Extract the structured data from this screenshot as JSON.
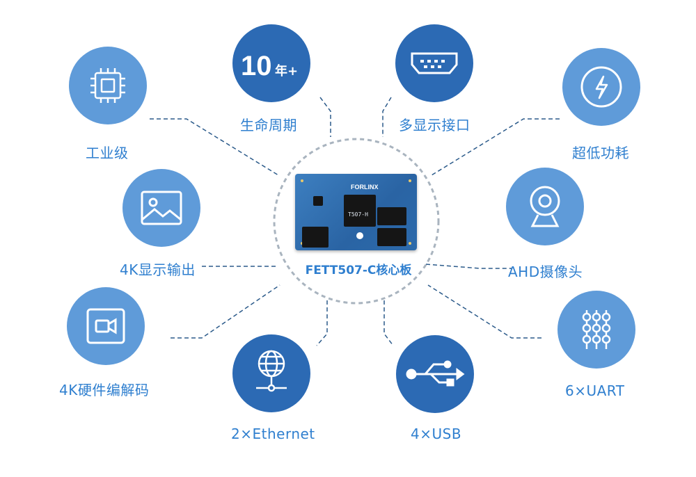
{
  "center": {
    "title": "FETT507-C核心板",
    "board_main_chip": "T507-H",
    "board_brand": "FORLINX"
  },
  "features": [
    {
      "id": "industrial",
      "label": "工业级",
      "icon": "cpu-chip-icon"
    },
    {
      "id": "lifecycle",
      "label": "生命周期",
      "icon": "ten-years-plus-icon",
      "icon_text": "10",
      "icon_suffix": "年+"
    },
    {
      "id": "multi-display",
      "label": "多显示接口",
      "icon": "hdmi-port-icon"
    },
    {
      "id": "low-power",
      "label": "超低功耗",
      "icon": "lightning-bolt-icon"
    },
    {
      "id": "4k-display",
      "label": "4K显示输出",
      "icon": "image-icon"
    },
    {
      "id": "ahd-camera",
      "label": "AHD摄像头",
      "icon": "webcam-icon"
    },
    {
      "id": "4k-codec",
      "label": "4K硬件编解码",
      "icon": "video-camera-icon"
    },
    {
      "id": "ethernet",
      "label": "2×Ethernet",
      "icon": "globe-network-icon"
    },
    {
      "id": "usb",
      "label": "4×USB",
      "icon": "usb-symbol-icon"
    },
    {
      "id": "uart",
      "label": "6×UART",
      "icon": "uart-pins-icon"
    }
  ],
  "colors": {
    "circle_light": "#5f9bd9",
    "circle_dark": "#2c6ab4",
    "label": "#2f7fcf",
    "dashed_line": "#2b5a8a",
    "center_ring": "#a9b4bf"
  }
}
